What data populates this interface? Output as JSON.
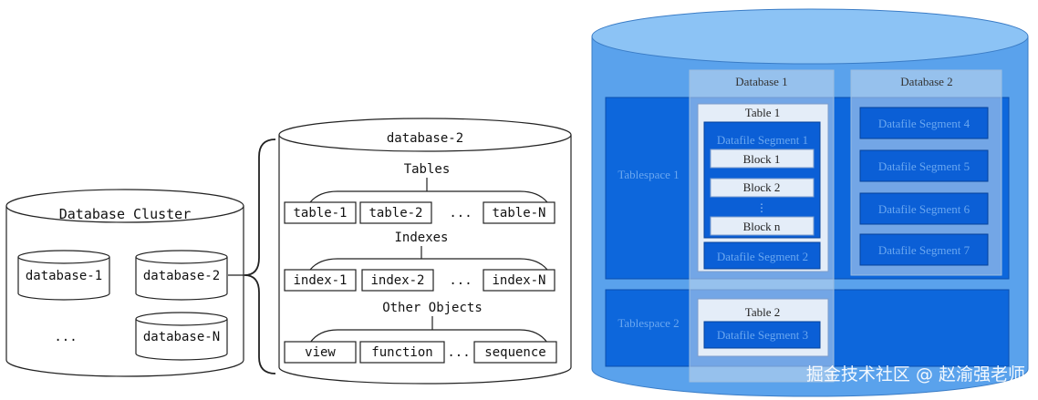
{
  "left_diagram": {
    "cluster_label": "Database Cluster",
    "cluster_dbs": [
      "database-1",
      "database-2",
      "...",
      "database-N"
    ],
    "db2_title": "database-2",
    "sections": [
      {
        "title": "Tables",
        "items": [
          "table-1",
          "table-2",
          "...",
          "table-N"
        ]
      },
      {
        "title": "Indexes",
        "items": [
          "index-1",
          "index-2",
          "...",
          "index-N"
        ]
      },
      {
        "title": "Other Objects",
        "items": [
          "view",
          "function",
          "...",
          "sequence"
        ]
      }
    ]
  },
  "right_diagram": {
    "databases": [
      "Database 1",
      "Database 2"
    ],
    "tablespaces": [
      "Tablespace 1",
      "Tablespace 2"
    ],
    "table1": {
      "label": "Table 1",
      "segment1_label": "Datafile Segment 1",
      "blocks": [
        "Block 1",
        "Block 2",
        "Block n"
      ],
      "ellipsis": "⋮",
      "segment2_label": "Datafile Segment 2"
    },
    "table2": {
      "label": "Table 2",
      "segment_label": "Datafile Segment 3"
    },
    "db2_segments": [
      "Datafile Segment 4",
      "Datafile Segment 5",
      "Datafile Segment 6",
      "Datafile Segment 7"
    ]
  },
  "watermark": "掘金技术社区 @ 赵渝强老师",
  "colors": {
    "cylinder_fill": "#5aa2ec",
    "cylinder_top": "#8cc3f5",
    "tablespace_band": "#0d67dc",
    "segment": "#0b5fd6",
    "db_column": "#c9dbef",
    "block": "#e4edf8"
  }
}
